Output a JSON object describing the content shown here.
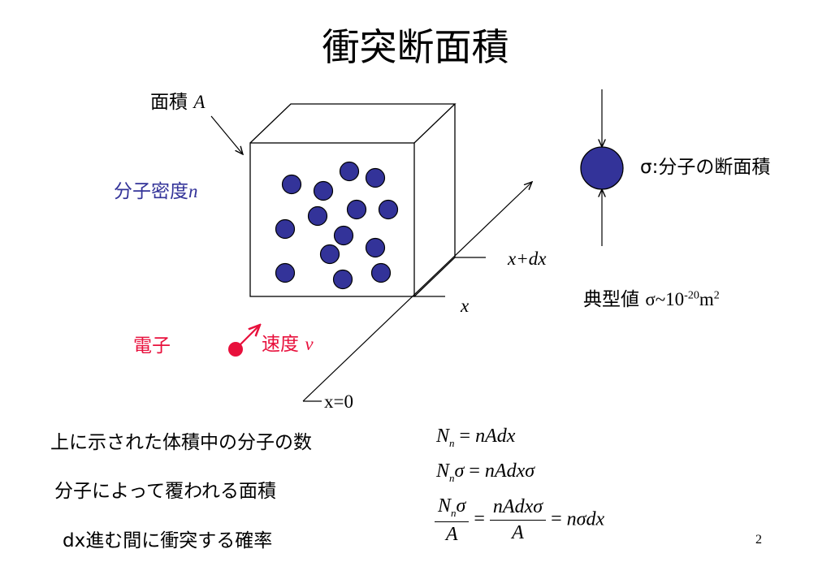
{
  "title": "衝突断面積",
  "labels": {
    "area_text": "面積",
    "area_var": "A",
    "density_text": "分子密度",
    "density_var": "n",
    "sigma_desc": "σ:分子の断面積",
    "x_plus_dx": "x+dx",
    "x": "x",
    "typical_text": "典型値",
    "typical_sigma": "σ~10",
    "typical_exp": "-20",
    "typical_unit": "m",
    "typical_unit_exp": "2",
    "electron": "電子",
    "velocity_text": "速度",
    "velocity_var": "v",
    "x_zero": "x=0",
    "page_number": "2"
  },
  "statements": [
    "上に示された体積中の分子の数",
    "分子によって覆われる面積",
    "dx進む間に衝突する確率"
  ],
  "equations": {
    "eq1": {
      "lhs": "N",
      "lhs_sub": "n",
      "rhs": "nAdx"
    },
    "eq2": {
      "lhs": "N",
      "lhs_sub": "n",
      "lhs_sym": "σ",
      "rhs": "nAdxσ"
    },
    "eq3": {
      "num1": "N",
      "num1_sub": "n",
      "num1_sym": "σ",
      "den1": "A",
      "num2": "nAdxσ",
      "den2": "A",
      "rhs": "nσdx"
    }
  },
  "colors": {
    "molecule": "#333399",
    "electron": "#e8103c",
    "line": "#000000"
  }
}
